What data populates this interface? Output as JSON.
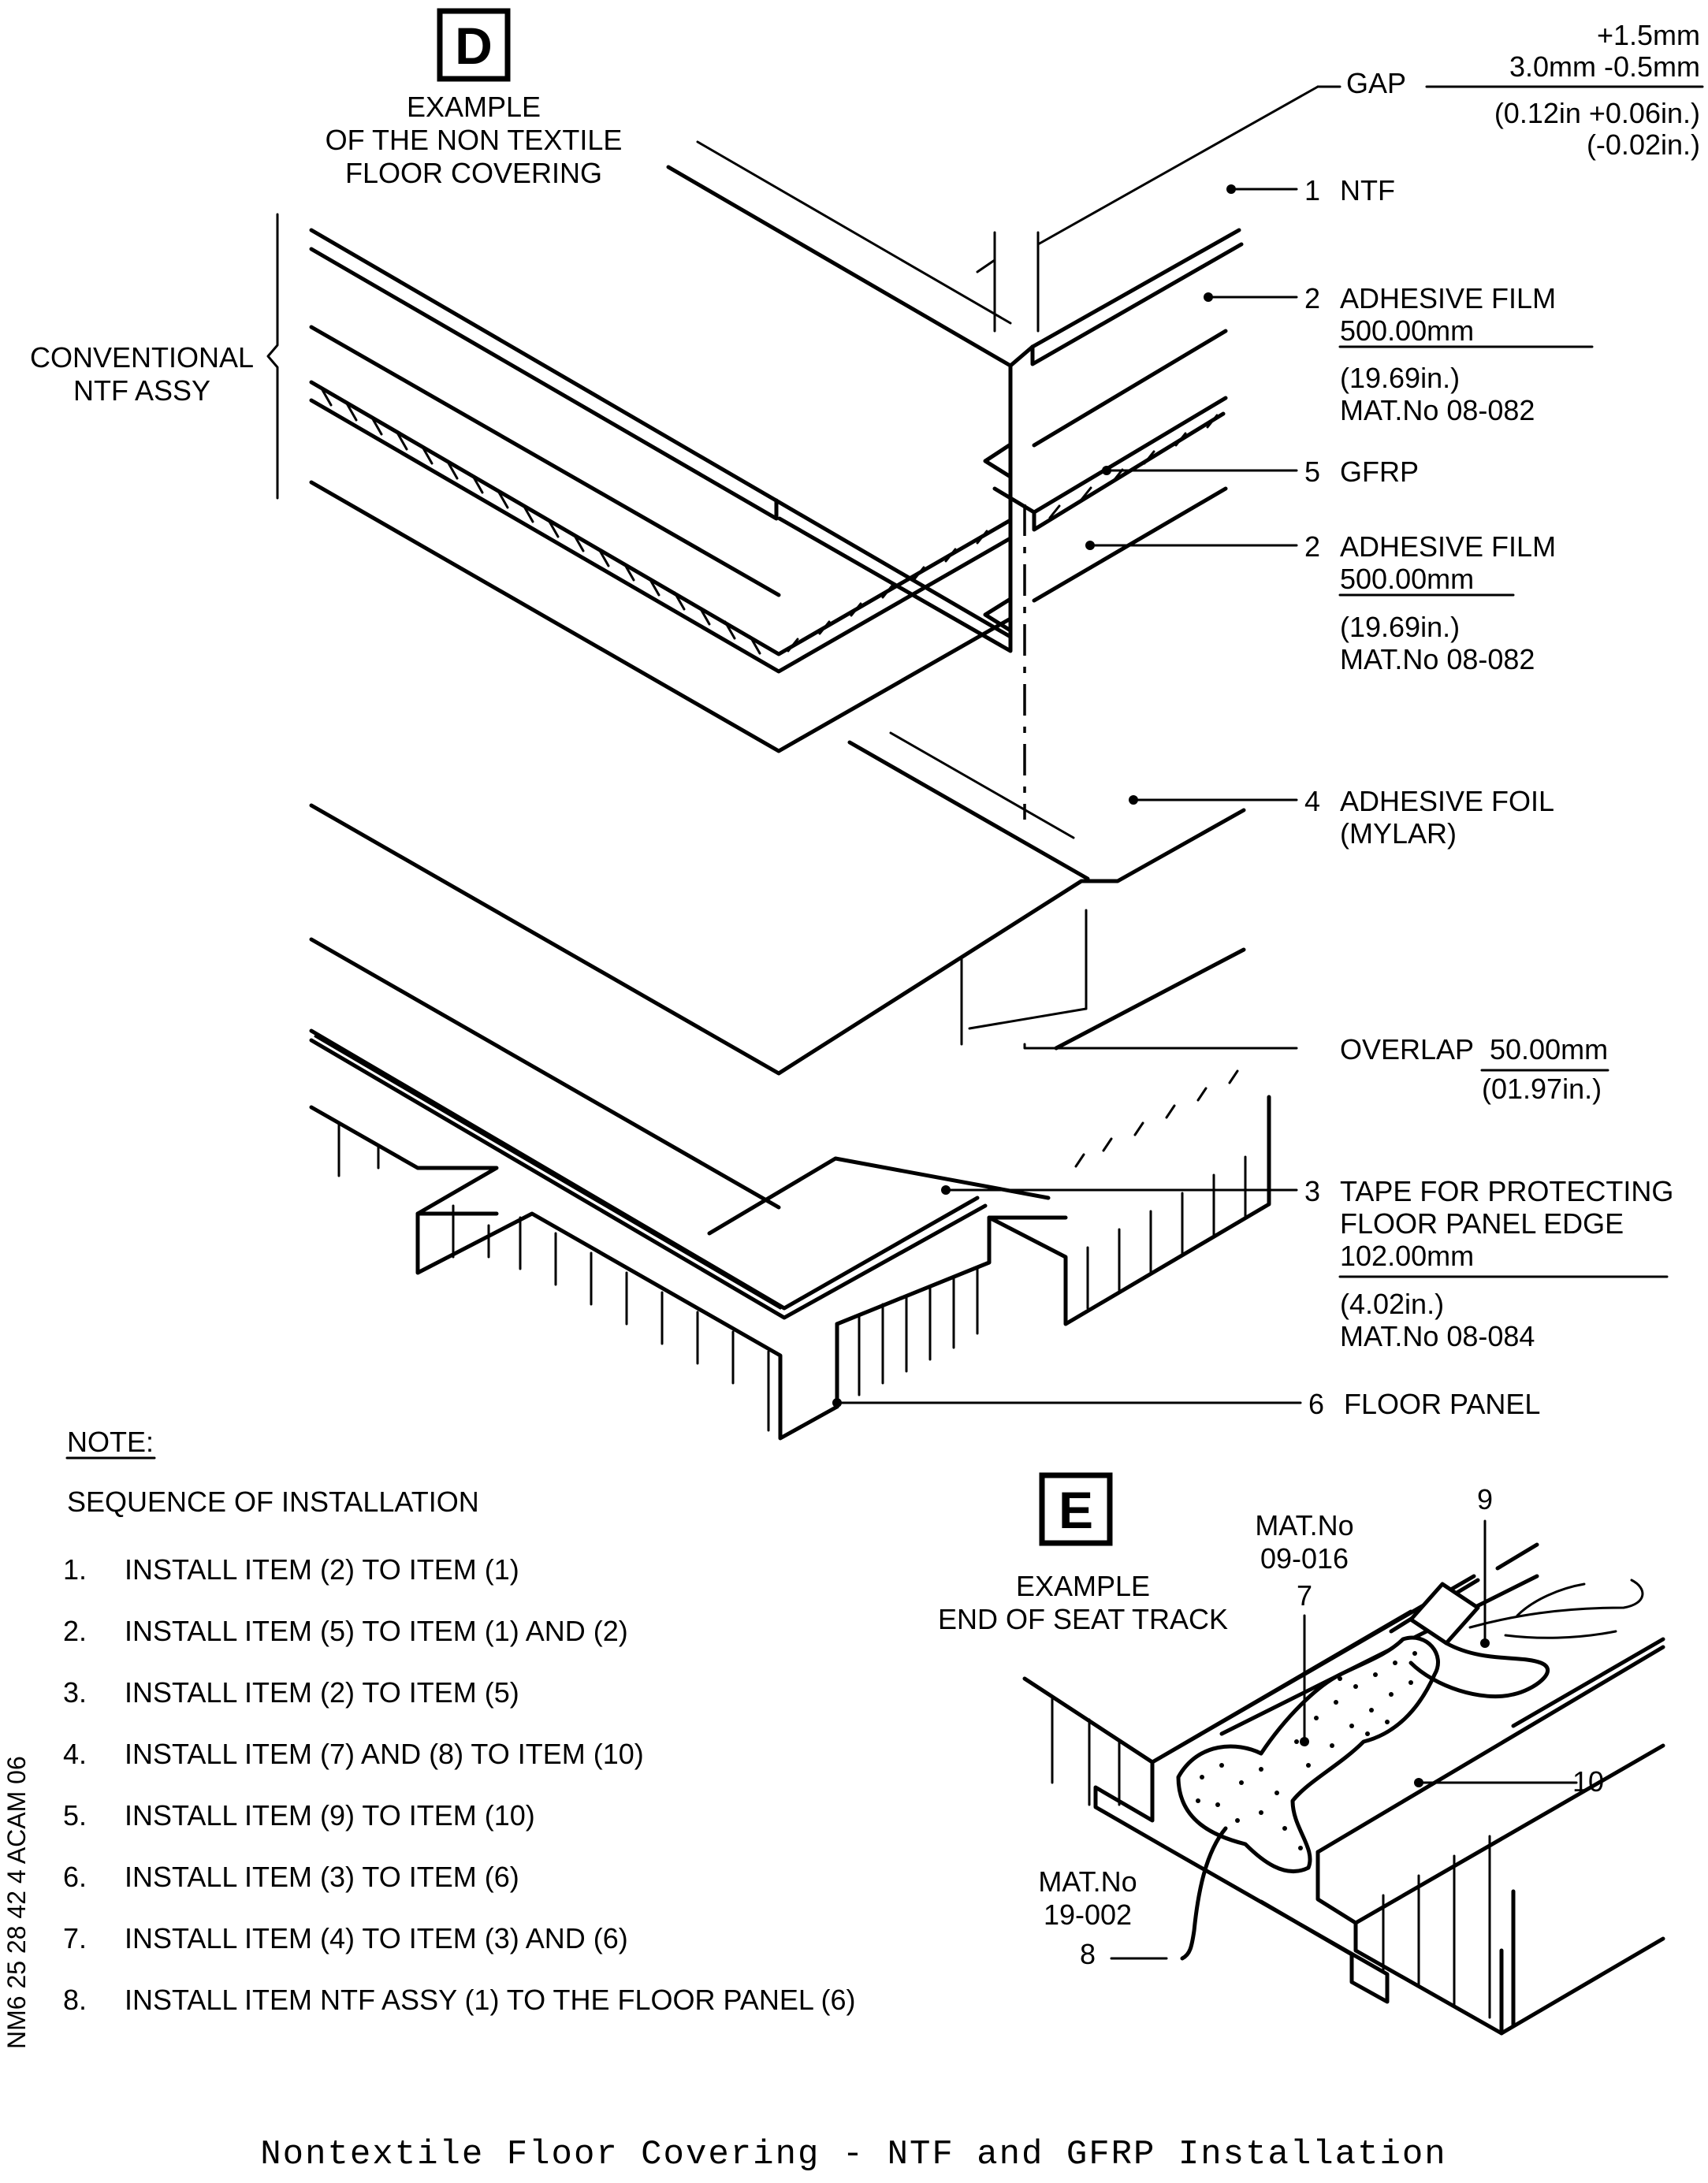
{
  "view_d": {
    "letter": "D",
    "title_lines": [
      "EXAMPLE",
      "OF THE NON TEXTILE",
      "FLOOR COVERING"
    ]
  },
  "bracket_label": [
    "CONVENTIONAL",
    "NTF ASSY"
  ],
  "gap": {
    "label": "GAP",
    "tol_plus": "+1.5mm",
    "value_mm": "3.0mm -0.5mm",
    "value_in": "(0.12in +0.06in.)",
    "tol_in_minus": "(-0.02in.)"
  },
  "callouts": [
    {
      "num": "1",
      "lines": [
        "NTF"
      ]
    },
    {
      "num": "2",
      "lines": [
        "ADHESIVE FILM",
        "500.00mm",
        "(19.69in.)",
        "MAT.No 08-082"
      ]
    },
    {
      "num": "5",
      "lines": [
        "GFRP"
      ]
    },
    {
      "num": "2",
      "lines": [
        "ADHESIVE FILM",
        "500.00mm",
        "(19.69in.)",
        "MAT.No 08-082"
      ]
    },
    {
      "num": "4",
      "lines": [
        "ADHESIVE FOIL",
        "(MYLAR)"
      ]
    },
    {
      "num": "3",
      "lines": [
        "TAPE FOR PROTECTING",
        "FLOOR PANEL EDGE",
        "102.00mm",
        "(4.02in.)",
        "MAT.No 08-084"
      ]
    },
    {
      "num": "6",
      "lines": [
        "FLOOR PANEL"
      ]
    }
  ],
  "overlap": {
    "label": "OVERLAP",
    "value_mm": "50.00mm",
    "value_in": "(01.97in.)"
  },
  "note": {
    "heading": "NOTE:",
    "subheading": "SEQUENCE OF INSTALLATION",
    "steps": [
      {
        "n": "1.",
        "text": "INSTALL ITEM (2) TO ITEM (1)"
      },
      {
        "n": "2.",
        "text": "INSTALL ITEM (5) TO ITEM (1) AND (2)"
      },
      {
        "n": "3.",
        "text": "INSTALL ITEM (2) TO ITEM (5)"
      },
      {
        "n": "4.",
        "text": "INSTALL ITEM (7) AND (8) TO ITEM (10)"
      },
      {
        "n": "5.",
        "text": "INSTALL ITEM (9) TO ITEM (10)"
      },
      {
        "n": "6.",
        "text": "INSTALL ITEM (3) TO ITEM (6)"
      },
      {
        "n": "7.",
        "text": "INSTALL ITEM (4) TO ITEM (3) AND (6)"
      },
      {
        "n": "8.",
        "text": "INSTALL ITEM NTF ASSY (1) TO THE FLOOR PANEL (6)"
      }
    ]
  },
  "view_e": {
    "letter": "E",
    "title_lines": [
      "EXAMPLE",
      "END OF SEAT TRACK"
    ],
    "mat_top": [
      "MAT.No",
      "09-016"
    ],
    "mat_bottom": [
      "MAT.No",
      "19-002"
    ],
    "num_7": "7",
    "num_8": "8",
    "num_9": "9",
    "num_10": "10"
  },
  "side_code": "NM6 25 28 42 4 ACAM 06",
  "caption": "Nontextile Floor Covering - NTF and GFRP Installation"
}
